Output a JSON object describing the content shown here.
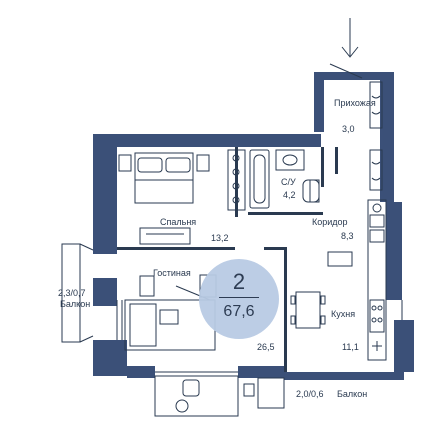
{
  "colors": {
    "wall": "#3b5078",
    "badge": "#b9cbe4",
    "line": "#2a3a50"
  },
  "apartment": {
    "rooms": "2",
    "total_area": "67,6"
  },
  "rooms": {
    "hallway": {
      "name": "Прихожая",
      "area": "3,0"
    },
    "bathroom": {
      "name": "С/У",
      "area": "4,2"
    },
    "bedroom": {
      "name": "Спальня",
      "area": "13,2"
    },
    "corridor": {
      "name": "Коридор",
      "area": "8,3"
    },
    "living": {
      "name": "Гостиная",
      "area": "26,5"
    },
    "kitchen": {
      "name": "Кухня",
      "area": "11,1"
    },
    "balcony_left": {
      "area": "2,3/0,7",
      "name": "Балкон"
    },
    "balcony_bottom": {
      "area": "2,0/0,6",
      "name": "Балкон"
    }
  },
  "icons": [
    "entrance-arrow-icon"
  ]
}
